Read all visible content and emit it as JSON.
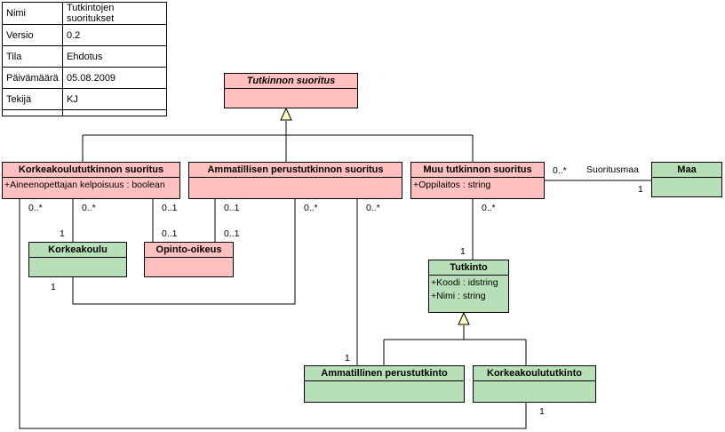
{
  "meta": {
    "rows": [
      {
        "key": "Nimi",
        "value": "Tutkintojen suoritukset"
      },
      {
        "key": "Versio",
        "value": "0.2"
      },
      {
        "key": "Tila",
        "value": "Ehdotus"
      },
      {
        "key": "Päivämäärä",
        "value": "05.08.2009"
      },
      {
        "key": "Tekijä",
        "value": "KJ"
      }
    ]
  },
  "classes": {
    "tutkinnon_suoritus": {
      "name": "Tutkinnon suoritus"
    },
    "korkeakoulututkinnon_suoritus": {
      "name": "Korkeakoulututkinnon suoritus",
      "attrs": [
        "+Aineenopettajan kelpoisuus : boolean"
      ]
    },
    "ammatillisen_perustutkinnon_suoritus": {
      "name": "Ammatillisen perustutkinnon suoritus"
    },
    "muu_tutkinnon_suoritus": {
      "name": "Muu tutkinnon suoritus",
      "attrs": [
        "+Oppilaitos : string"
      ]
    },
    "maa": {
      "name": "Maa"
    },
    "korkeakoulu": {
      "name": "Korkeakoulu"
    },
    "opinto_oikeus": {
      "name": "Opinto-oikeus"
    },
    "tutkinto": {
      "name": "Tutkinto",
      "attrs": [
        "+Koodi : idstring",
        "+Nimi : string"
      ]
    },
    "ammatillinen_perustutkinto": {
      "name": "Ammatillinen perustutkinto"
    },
    "korkeakoulututkinto": {
      "name": "Korkeakoulututkinto"
    }
  },
  "colors": {
    "abstract_and_suoritus": "#ffc0c0",
    "entity": "#b8e0b8",
    "line": "#000000"
  },
  "labels": {
    "suoritusmaa": "Suoritusmaa",
    "m_muu_maa": "0..*",
    "m_maa": "1",
    "m_kk_korkeakoulu": "0..*",
    "m_korkeakoulu_top": "1",
    "m_korkeakoulu_bottom": "1",
    "m_kk_opinto": "0..*",
    "m_kk_opinto2": "0..1",
    "m_opinto_left": "0..1",
    "m_amm_opinto": "0..1",
    "m_opinto_right": "0..1",
    "m_amm_korkeakoulu": "0..*",
    "m_amm_tutkinto": "0..*",
    "m_ammperus_1": "1",
    "m_muu_tutkinto": "0..*",
    "m_tutkinto_1": "1",
    "m_kktutkinto_1": "1"
  }
}
